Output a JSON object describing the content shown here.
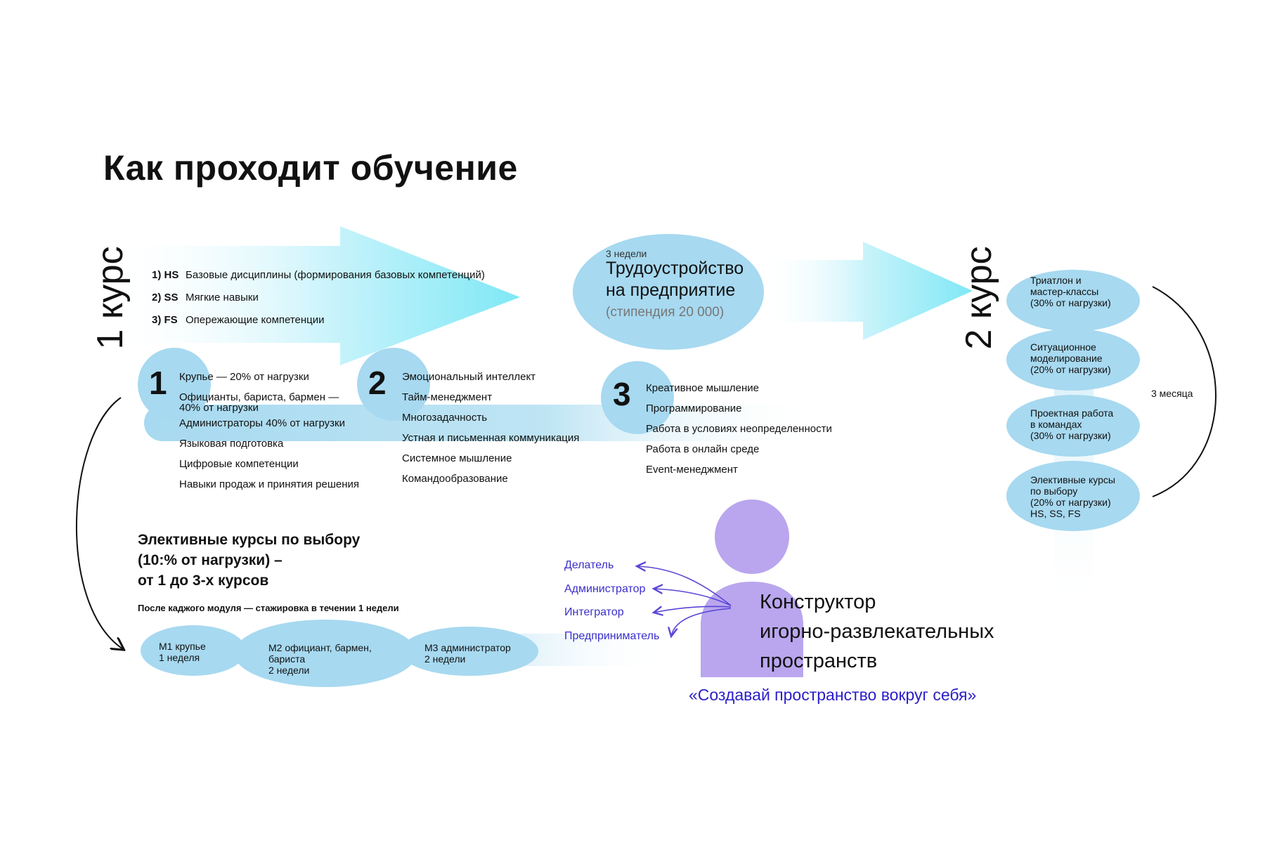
{
  "title": "Как проходит обучение",
  "course1_label": "1 курс",
  "course2_label": "2 курс",
  "tracks": [
    {
      "code": "1) HS",
      "text": "Базовые дисциплины (формирования базовых компетенций)"
    },
    {
      "code": "2) SS",
      "text": "Мягкие навыки"
    },
    {
      "code": "3) FS",
      "text": "Опережающие компетенции"
    }
  ],
  "module1": {
    "number": "1",
    "items": [
      "Крупье — 20% от нагрузки",
      "Официанты, бариста, бармен —",
      "40% от нагрузки",
      "Администраторы 40% от нагрузки",
      "Языковая подготовка",
      "Цифровые компетенции",
      "Навыки продаж и принятия решения"
    ]
  },
  "module2": {
    "number": "2",
    "items": [
      "Эмоциональный интеллект",
      "Тайм-менеджмент",
      "Многозадачность",
      "Устная и письменная коммуникация",
      "Системное мышление",
      "Командообразование"
    ]
  },
  "module3": {
    "number": "3",
    "items": [
      "Креативное мышление",
      "Программирование",
      "Работа в условиях неопределенности",
      "Работа в онлайн среде",
      "Event-менеджмент"
    ]
  },
  "employment": {
    "weeks": "3 недели",
    "title_line1": "Трудоустройство",
    "title_line2": "на предприятие",
    "stipend": "(стипендия 20 000)"
  },
  "course2_blocks": [
    {
      "lines": [
        "Триатлон и",
        "мастер-классы",
        "(30% от нагрузки)"
      ]
    },
    {
      "lines": [
        "Ситуационное",
        "моделирование",
        "(20% от нагрузки)"
      ]
    },
    {
      "lines": [
        "Проектная работа",
        "в командах",
        "(30% от нагрузки)"
      ]
    },
    {
      "lines": [
        "Элективные курсы",
        "по выбору",
        "(20% от нагрузки)",
        "HS, SS, FS"
      ]
    }
  ],
  "months_label": "3 месяца",
  "electives": {
    "line1": "Элективные курсы по выбору",
    "line2": "(10:% от нагрузки) –",
    "line3": "от 1 до 3-х курсов",
    "note": "После каджого модуля — стажировка в течении 1 недели"
  },
  "internships": [
    {
      "line1": "М1 крупье",
      "line2": "1 неделя"
    },
    {
      "line1": "М2 официант, бармен,",
      "line2": "бариста",
      "line3": "2 недели"
    },
    {
      "line1": "М3 администратор",
      "line2": "2 недели"
    }
  ],
  "roles": [
    "Делатель",
    "Администратор",
    "Интегратор",
    "Предприниматель"
  ],
  "constructor": {
    "line1": "Конструктор",
    "line2": "игорно-развлекательных",
    "line3": "пространств"
  },
  "slogan": "«Создавай пространство вокруг себя»",
  "colors": {
    "oval_blue": "#a7d9f0",
    "cyan_gradient": "#7fe8f5",
    "purple": "#b9a6ee",
    "role_text": "#3b2fc9",
    "slogan_text": "#2a1ec8"
  }
}
